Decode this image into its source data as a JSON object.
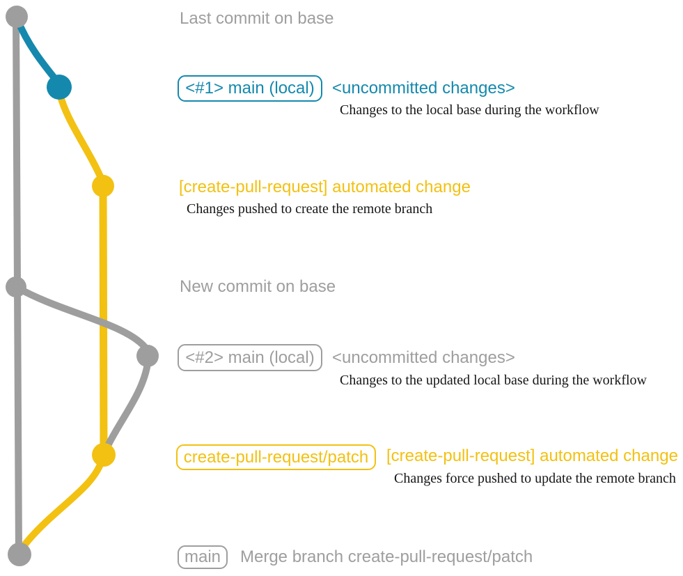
{
  "colors": {
    "base_gray": "#9e9e9e",
    "local_blue": "#1489ad",
    "patch_yellow": "#f2c112",
    "detail_text": "#161616",
    "background": "#ffffff"
  },
  "labels": {
    "last_commit": "Last commit on base",
    "new_commit": "New commit on base",
    "row1": {
      "badge": "<#1> main (local)",
      "note": "<uncommitted changes>",
      "detail": "Changes to the local base during the workflow"
    },
    "row2": {
      "heading": "[create-pull-request] automated change",
      "detail": "Changes pushed to create the remote branch"
    },
    "row3": {
      "badge": "<#2> main (local)",
      "note": "<uncommitted changes>",
      "detail": "Changes to the updated local base during the workflow"
    },
    "row4": {
      "badge": "create-pull-request/patch",
      "heading": "[create-pull-request] automated change",
      "detail": "Changes force pushed to update the remote branch"
    },
    "row5": {
      "badge": "main",
      "message": "Merge branch create-pull-request/patch"
    }
  },
  "graph": {
    "branch_colors": {
      "base": "#9e9e9e",
      "local_main": "#1489ad",
      "create_pull_request_patch": "#f2c112"
    },
    "commits": [
      {
        "name": "last-commit-on-base",
        "color": "gray"
      },
      {
        "name": "uncommitted-changes-1",
        "color": "blue"
      },
      {
        "name": "automated-change-1",
        "color": "yellow"
      },
      {
        "name": "new-commit-on-base",
        "color": "gray"
      },
      {
        "name": "uncommitted-changes-2",
        "color": "gray"
      },
      {
        "name": "automated-change-2",
        "color": "yellow"
      },
      {
        "name": "merge-commit",
        "color": "gray"
      }
    ]
  }
}
